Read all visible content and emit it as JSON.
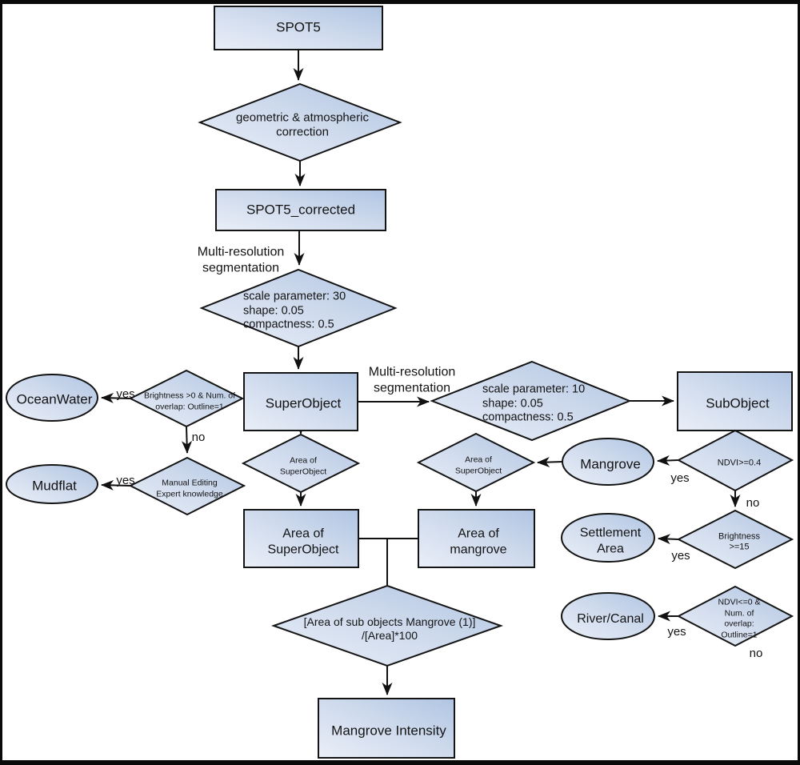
{
  "diagram_type": "flowchart",
  "colors": {
    "shape_fill_light": "#eaeff8",
    "shape_fill_dark": "#b0c5e3",
    "shape_stroke": "#141414",
    "arrow": "#111111",
    "background": "#ffffff",
    "frame": "#0a0a0a"
  },
  "nodes": {
    "spot5": "SPOT5",
    "geo_atm_correction": "geometric & atmospheric\ncorrection",
    "spot5_corrected": "SPOT5_corrected",
    "seg_params_30": "scale parameter: 30\nshape: 0.05\ncompactness: 0.5",
    "super_object": "SuperObject",
    "brightness_overlap_check": "Brightness >0 & Num. of\noverlap: Outline=1",
    "ocean_water": "OceanWater",
    "manual_editing": "Manual Editing\nExpert knowledge",
    "mudflat": "Mudflat",
    "seg_params_10": "scale parameter: 10\nshape: 0.05\ncompactness: 0.5",
    "sub_object": "SubObject",
    "ndvi_ge_04_check": "NDVI>=0.4",
    "mangrove": "Mangrove",
    "area_super_diamond_left": "Area of\nSuperObject",
    "area_super_diamond_right": "Area of\nSuperObject",
    "area_of_super_object": "Area of\nSuperObject",
    "area_of_mangrove": "Area of\nmangrove",
    "mangrove_ratio": "[Area of sub objects Mangrove (1)]\n/[Area]*100",
    "mangrove_intensity": "Mangrove Intensity",
    "settlement_area": "Settlement\nArea",
    "brightness_ge_15_check": "Brightness\n>=15",
    "river_canal": "River/Canal",
    "ndvi_le_0_overlap_check": "NDVI<=0 & Num. of\noverlap: Outline=1"
  },
  "edge_labels": {
    "multires_seg_left": "Multi-resolution\nsegmentation",
    "multires_seg_right": "Multi-resolution\nsegmentation",
    "yes_ocean": "yes",
    "no_manual": "no",
    "yes_mudflat": "yes",
    "yes_mangrove": "yes",
    "no_brightness": "no",
    "yes_settlement": "yes",
    "yes_river": "yes",
    "no_river": "no"
  }
}
